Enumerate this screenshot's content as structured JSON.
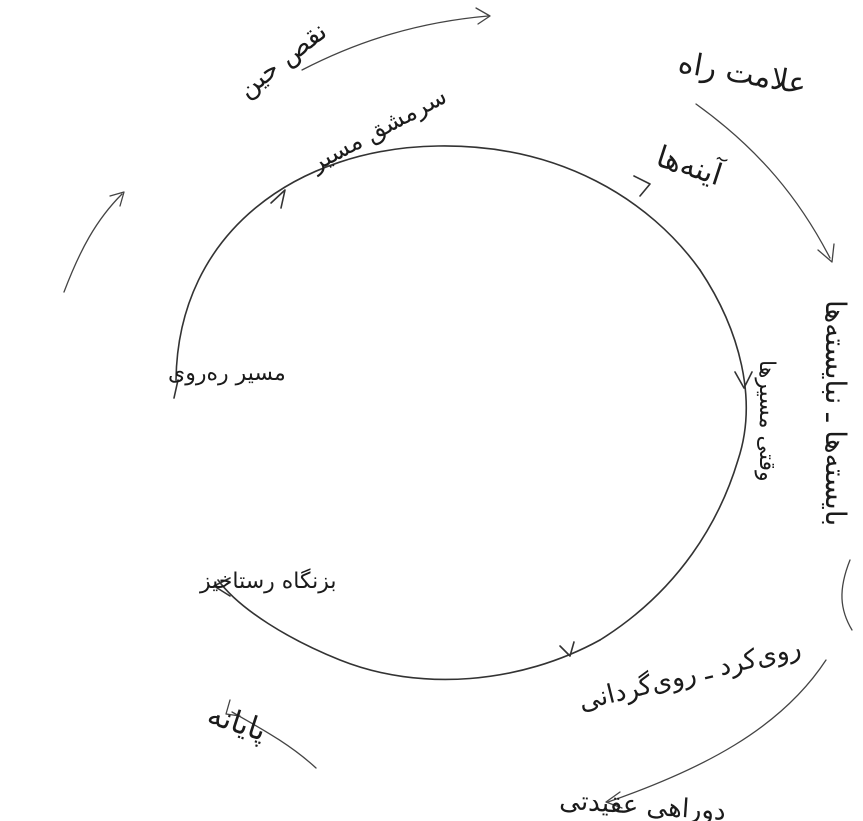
{
  "nodes": {
    "top_right": "علامت راه",
    "inner_top_right": "آینه‌ها",
    "inner_top_left": "سرمشق مسیر",
    "outer_top_left": "نقص حین",
    "far_right": "بایسته‌ها ـ نبایسته‌ها",
    "inner_right": "وقتی مسیرها",
    "left_middle": "مسیر ره‌روی",
    "left_lower": "بزنگاه رستاخیز",
    "bottom_inner": "روی‌کرد ـ روی‌گردانی",
    "bottom_left": "پایانه",
    "bottom_outer": "دوراهی عقیدتی"
  }
}
